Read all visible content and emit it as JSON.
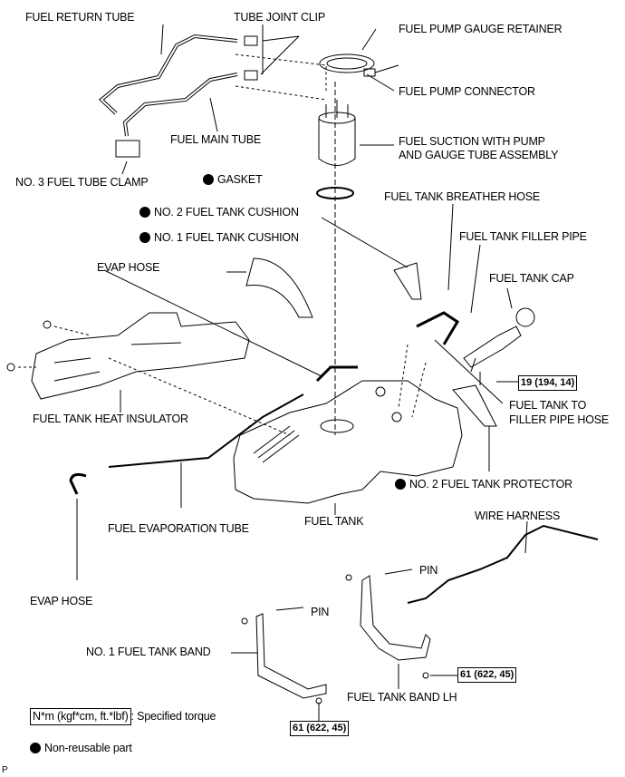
{
  "labels": {
    "fuel_return_tube": "FUEL RETURN TUBE",
    "tube_joint_clip": "TUBE JOINT CLIP",
    "fuel_pump_gauge_retainer": "FUEL PUMP GAUGE RETAINER",
    "fuel_pump_connector": "FUEL PUMP CONNECTOR",
    "fuel_main_tube": "FUEL MAIN TUBE",
    "fuel_suction_1": "FUEL SUCTION WITH PUMP",
    "fuel_suction_2": "AND GAUGE TUBE ASSEMBLY",
    "no3_fuel_tube_clamp": "NO. 3 FUEL TUBE CLAMP",
    "gasket": "GASKET",
    "fuel_tank_breather_hose": "FUEL TANK BREATHER HOSE",
    "no2_fuel_tank_cushion": "NO. 2 FUEL TANK CUSHION",
    "no1_fuel_tank_cushion": "NO. 1 FUEL TANK CUSHION",
    "fuel_tank_filler_pipe": "FUEL TANK FILLER PIPE",
    "evap_hose_top": "EVAP HOSE",
    "fuel_tank_cap": "FUEL TANK CAP",
    "fuel_tank_to_filler_1": "FUEL TANK TO",
    "fuel_tank_to_filler_2": "FILLER PIPE HOSE",
    "fuel_tank_heat_insulator": "FUEL TANK HEAT INSULATOR",
    "no2_fuel_tank_protector": "NO. 2 FUEL TANK PROTECTOR",
    "wire_harness": "WIRE HARNESS",
    "fuel_evaporation_tube": "FUEL EVAPORATION TUBE",
    "fuel_tank": "FUEL TANK",
    "pin_right": "PIN",
    "evap_hose_bottom": "EVAP HOSE",
    "pin_left": "PIN",
    "no1_fuel_tank_band": "NO. 1 FUEL TANK BAND",
    "fuel_tank_band_lh": "FUEL TANK BAND LH",
    "corner_mark": "P"
  },
  "torques": {
    "filler_pipe_bolt": "19 (194, 14)",
    "band_lh_bolt": "61 (622, 45)",
    "band_no1_bolt": "61 (622, 45)"
  },
  "legend": {
    "torque_unit": "N*m (kgf*cm, ft.*lbf)",
    "torque_desc": ": Specified torque",
    "non_reusable": "Non-reusable part"
  },
  "colors": {
    "line": "#000000",
    "background": "#ffffff"
  }
}
